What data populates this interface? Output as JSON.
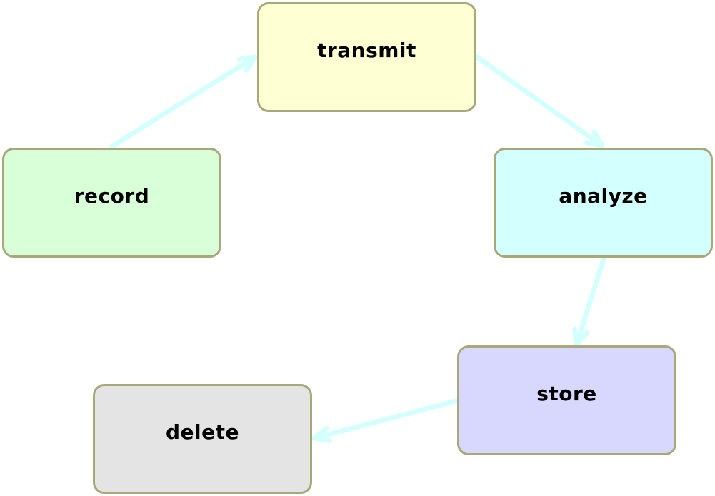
{
  "diagram": {
    "edge_color": "#d4ffff",
    "border_color": "#a8a87a",
    "nodes": {
      "transmit": {
        "label": "transmit",
        "fill": "#ffffd4"
      },
      "record": {
        "label": "record",
        "fill": "#d8ffd8"
      },
      "analyze": {
        "label": "analyze",
        "fill": "#d4ffff"
      },
      "store": {
        "label": "store",
        "fill": "#d8d8ff"
      },
      "delete": {
        "label": "delete",
        "fill": "#e4e4e4"
      }
    },
    "edges": [
      {
        "from": "record",
        "to": "transmit"
      },
      {
        "from": "transmit",
        "to": "analyze"
      },
      {
        "from": "analyze",
        "to": "store"
      },
      {
        "from": "store",
        "to": "delete"
      }
    ]
  }
}
